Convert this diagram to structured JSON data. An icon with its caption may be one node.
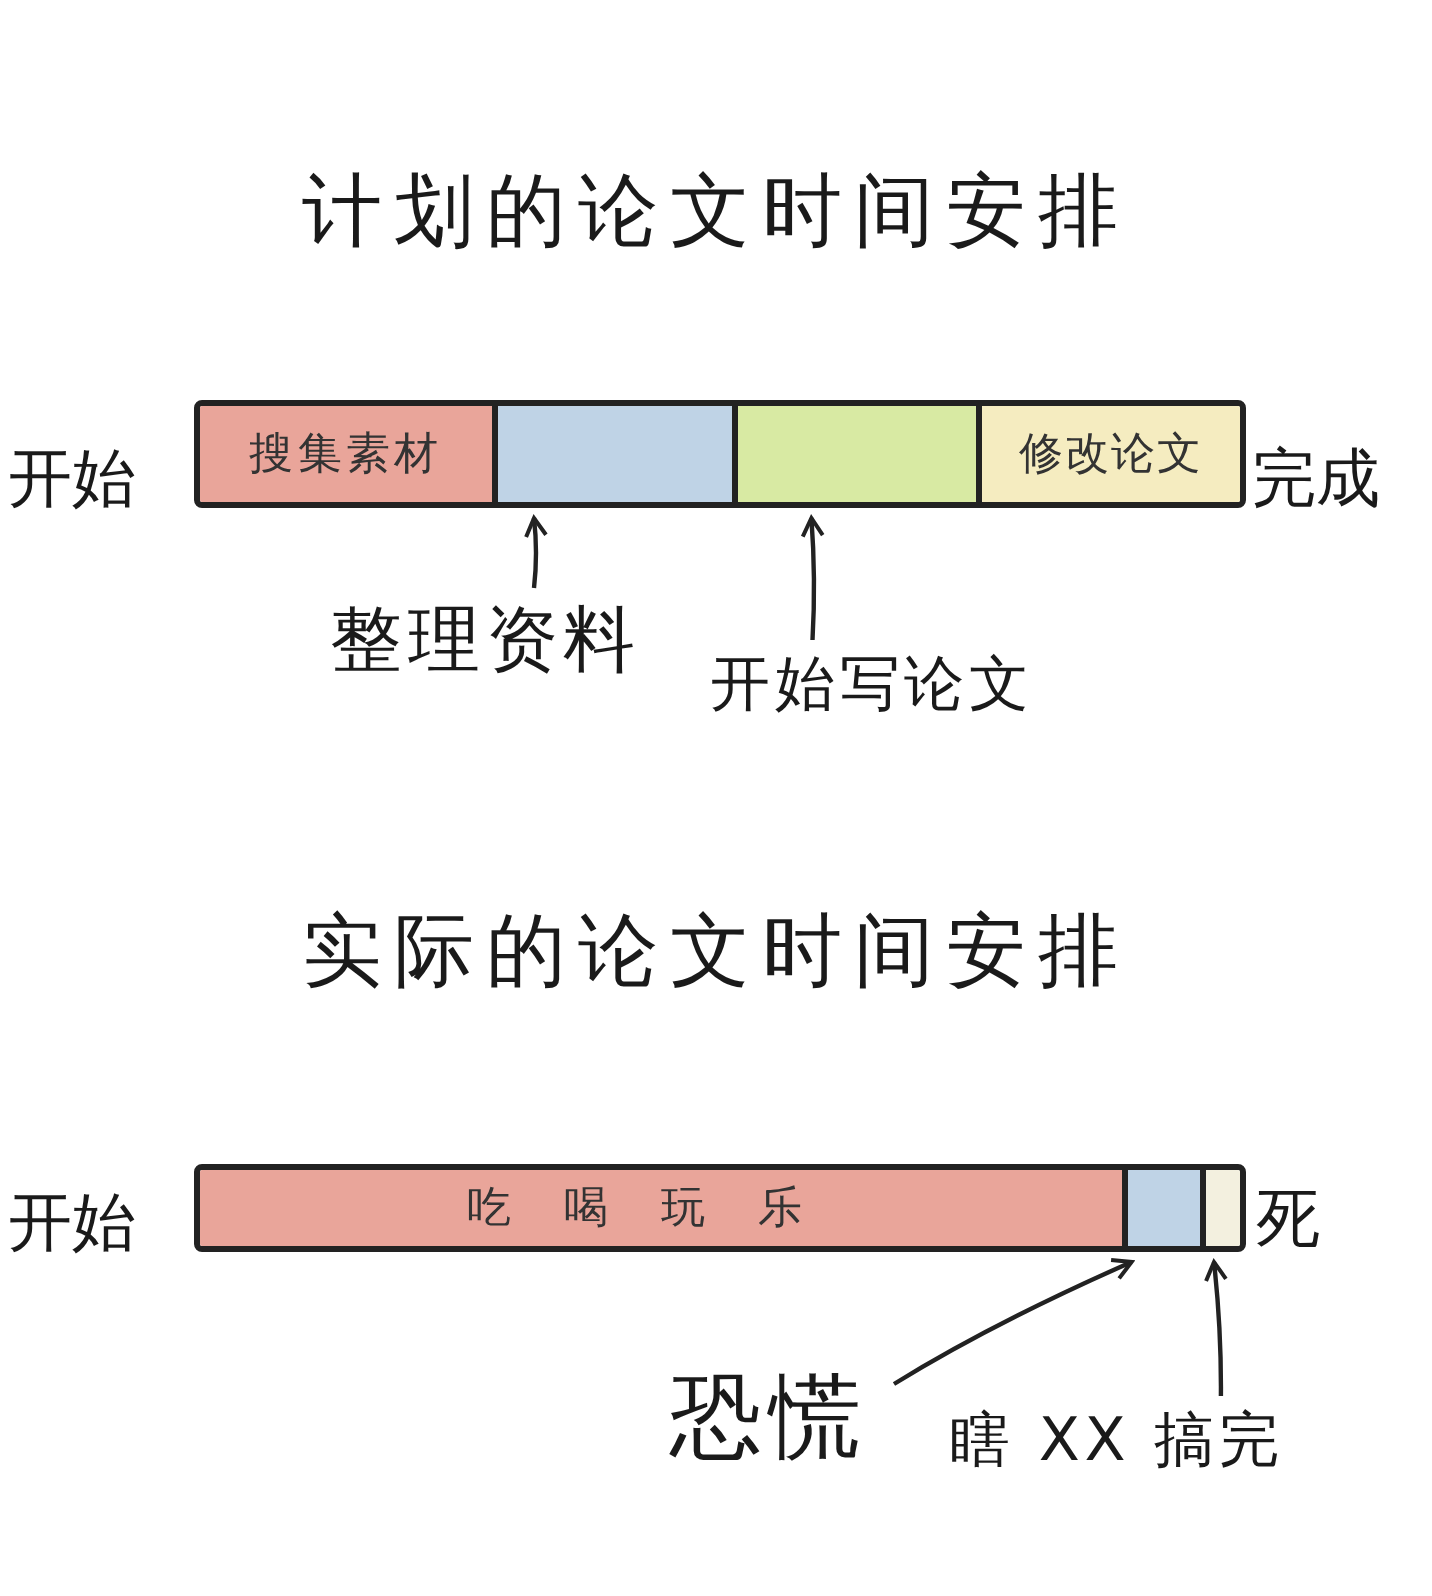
{
  "diagram": {
    "title": "计划的论文时间安排",
    "nodes": [
      {
        "text": [],
        "shape": "bar",
        "beside": [
          "开始",
          "完成"
        ]
      },
      {
        "text": [
          "搜集素材"
        ],
        "in": 0
      },
      {
        "text": [],
        "shape": "box",
        "in": 0
      },
      {
        "text": [],
        "shape": "box",
        "in": 0
      },
      {
        "text": [
          "修改论文"
        ],
        "in": 0
      },
      {
        "text": [
          "整理资料"
        ]
      },
      {
        "text": [
          "开始写论文"
        ]
      },
      {
        "text": [],
        "shape": "bar",
        "beside": [
          "开始",
          "死"
        ]
      },
      {
        "text": [
          "吃喝玩乐"
        ],
        "in": 7
      },
      {
        "text": [],
        "shape": "box",
        "in": 7
      },
      {
        "text": [],
        "shape": "box",
        "in": 7
      },
      {
        "text": [
          "恐慌"
        ]
      },
      {
        "text": [
          "瞎 XX 搞完"
        ]
      }
    ],
    "edges": [
      {
        "from": 5,
        "to": 2,
        "arrow": "to"
      },
      {
        "from": 6,
        "to": 3,
        "arrow": "to"
      },
      {
        "from": 11,
        "to": 9,
        "arrow": "to"
      },
      {
        "from": 12,
        "to": 10,
        "arrow": "to"
      }
    ],
    "labels": [
      "实际的论文时间安排"
    ]
  }
}
